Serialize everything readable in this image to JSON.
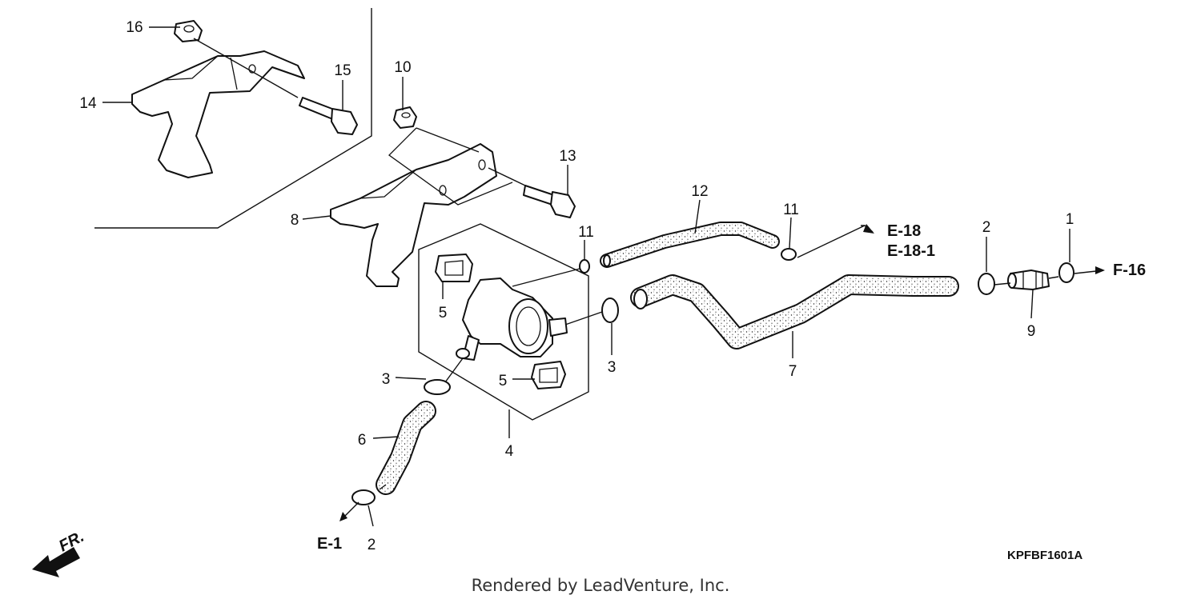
{
  "diagram": {
    "callouts": [
      {
        "id": "c16",
        "text": "16"
      },
      {
        "id": "c15",
        "text": "15"
      },
      {
        "id": "c14",
        "text": "14"
      },
      {
        "id": "c10",
        "text": "10"
      },
      {
        "id": "c13",
        "text": "13"
      },
      {
        "id": "c8",
        "text": "8"
      },
      {
        "id": "c12",
        "text": "12"
      },
      {
        "id": "c11a",
        "text": "11"
      },
      {
        "id": "c11b",
        "text": "11"
      },
      {
        "id": "c5a",
        "text": "5"
      },
      {
        "id": "c5b",
        "text": "5"
      },
      {
        "id": "c3a",
        "text": "3"
      },
      {
        "id": "c3b",
        "text": "3"
      },
      {
        "id": "c6",
        "text": "6"
      },
      {
        "id": "c4",
        "text": "4"
      },
      {
        "id": "c7",
        "text": "7"
      },
      {
        "id": "c2a",
        "text": "2"
      },
      {
        "id": "c2b",
        "text": "2"
      },
      {
        "id": "c1",
        "text": "1"
      },
      {
        "id": "c9",
        "text": "9"
      }
    ],
    "references": {
      "e18": "E-18",
      "e18_1": "E-18-1",
      "f16": "F-16",
      "e1": "E-1"
    },
    "direction_label": "FR.",
    "diagram_code": "KPFBF1601A",
    "footer": "Rendered by LeadVenture, Inc."
  }
}
